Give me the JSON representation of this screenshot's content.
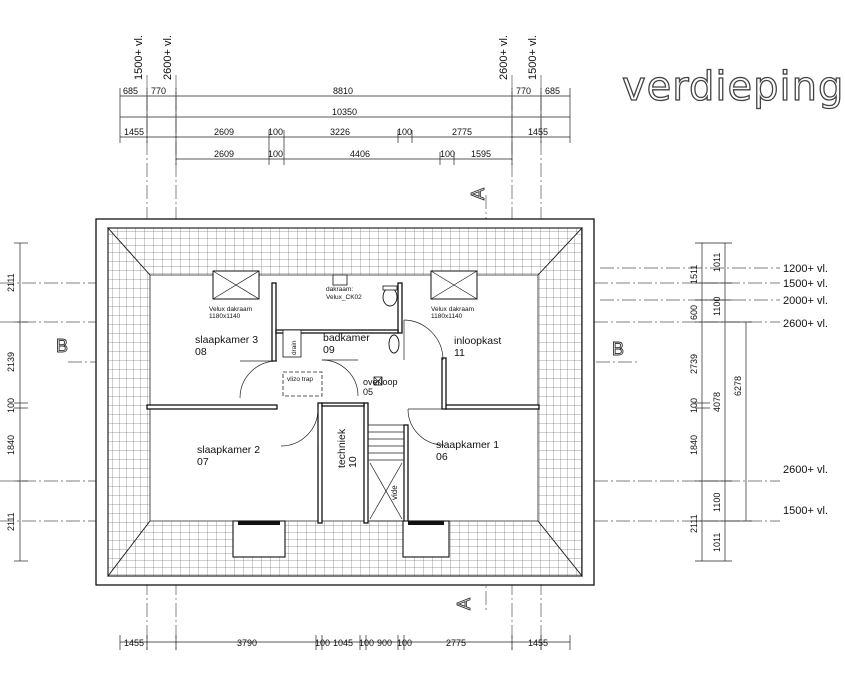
{
  "title": "verdieping",
  "levels_top": {
    "left_a": "1500+ vl.",
    "left_b": "2600+ vl.",
    "right_a": "2600+ vl.",
    "right_b": "1500+ vl."
  },
  "dims_top": {
    "row1": [
      "685",
      "770",
      "8810",
      "770",
      "685"
    ],
    "row2": [
      "10350"
    ],
    "row3": [
      "1455",
      "2609",
      "100",
      "3226",
      "100",
      "2775",
      "1455"
    ],
    "row4": [
      "2609",
      "100",
      "4406",
      "100",
      "1595"
    ]
  },
  "dims_bottom": [
    "1455",
    "3790",
    "100",
    "1045",
    "100",
    "900",
    "100",
    "2775",
    "1455"
  ],
  "dims_left": [
    "2111",
    "2139",
    "100",
    "1840",
    "2111"
  ],
  "dims_right_inner": [
    "1511",
    "600",
    "2739",
    "100",
    "1840",
    "2111"
  ],
  "dims_right_mid": [
    "1011",
    "1100",
    "4078",
    "1100",
    "1011"
  ],
  "dims_right_outer": [
    "6278"
  ],
  "levels_right": [
    "1200+ vl.",
    "1500+ vl.",
    "2000+ vl.",
    "2600+ vl.",
    "2600+ vl.",
    "1500+ vl."
  ],
  "sections": {
    "a_top": "A",
    "a_bottom": "A",
    "b_left": "B",
    "b_right": "B"
  },
  "rooms": {
    "slaapkamer3": {
      "name": "slaapkamer 3",
      "num": "08"
    },
    "badkamer": {
      "name": "badkamer",
      "num": "09"
    },
    "inloopkast": {
      "name": "inloopkast",
      "num": "11"
    },
    "overloop": {
      "name": "overloop",
      "num": "05"
    },
    "slaapkamer2": {
      "name": "slaapkamer 2",
      "num": "07"
    },
    "techniek": {
      "name": "techniek",
      "num": "10"
    },
    "slaapkamer1": {
      "name": "slaapkamer 1",
      "num": "06"
    }
  },
  "annotations": {
    "velux_left": [
      "Velux dakraam",
      "1180x1140"
    ],
    "velux_right": [
      "Velux dakraam",
      "1180x1140"
    ],
    "dakraam": [
      "dakraam:",
      "Velux_CK02"
    ],
    "vlizotrap": "vlizo trap",
    "drain": "drain",
    "vide": "vide"
  }
}
